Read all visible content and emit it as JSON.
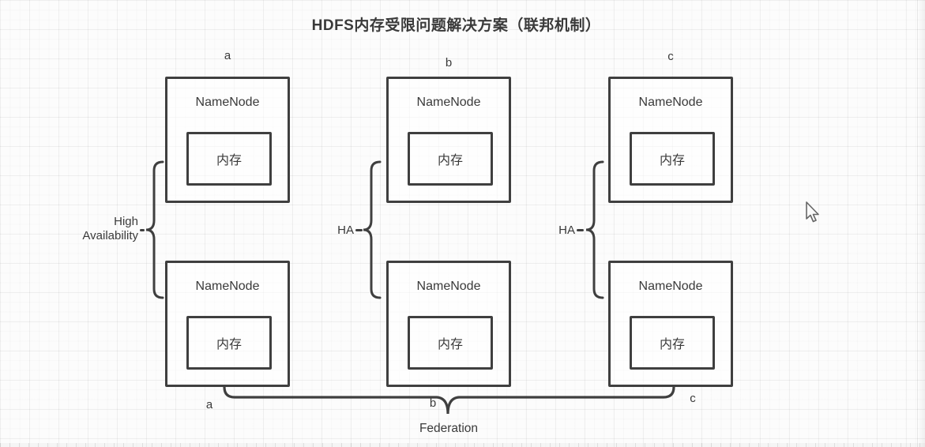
{
  "diagram": {
    "title": "HDFS内存受限问题解决方案（联邦机制）",
    "namenode_label": "NameNode",
    "memory_label": "内存",
    "top_labels": {
      "a": "a",
      "b": "b",
      "c": "c"
    },
    "bottom_labels": {
      "a": "a",
      "b": "b",
      "c": "c"
    },
    "ha_left": {
      "line1": "High",
      "line2": "Availability"
    },
    "ha_mid": "HA",
    "ha_right": "HA",
    "federation_label": "Federation",
    "cursor_icon": "arrow-pointer",
    "colors": {
      "stroke": "#3f3f3f",
      "text": "#3a3a3a",
      "background": "#fcfcfc"
    }
  }
}
